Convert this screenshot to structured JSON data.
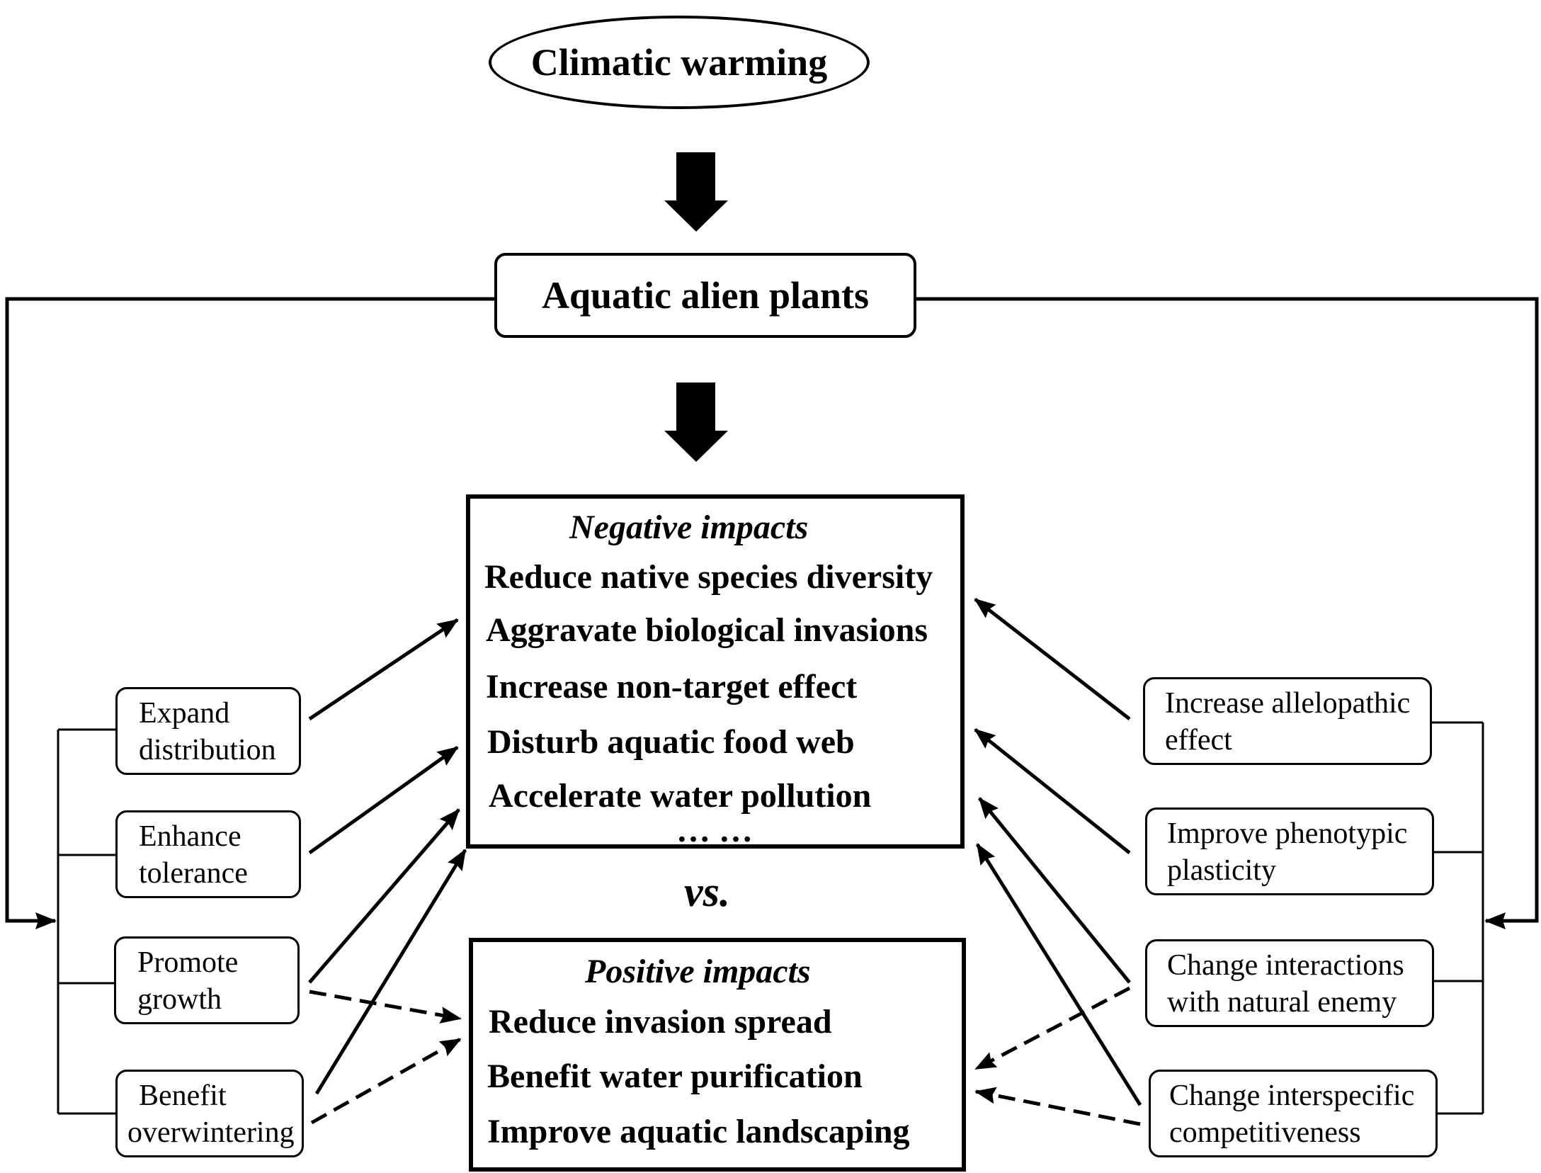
{
  "top": "Climatic warming",
  "middle": "Aquatic alien plants",
  "vs": "vs.",
  "negative": {
    "title": "Negative impacts",
    "items": [
      "Reduce native species diversity",
      "Aggravate biological invasions",
      "Increase non-target effect",
      "Disturb aquatic food web",
      "Accelerate water pollution",
      "… …"
    ]
  },
  "positive": {
    "title": "Positive impacts",
    "items": [
      "Reduce invasion spread",
      "Benefit water purification",
      "Improve aquatic landscaping"
    ]
  },
  "left_factors": [
    [
      "Expand",
      "distribution"
    ],
    [
      "Enhance",
      "tolerance"
    ],
    [
      "Promote",
      "growth"
    ],
    [
      "Benefit",
      "overwintering"
    ]
  ],
  "right_factors": [
    [
      "Increase allelopathic",
      "effect"
    ],
    [
      "Improve phenotypic",
      "plasticity"
    ],
    [
      "Change interactions",
      "with natural enemy"
    ],
    [
      "Change interspecific",
      "competitiveness"
    ]
  ]
}
